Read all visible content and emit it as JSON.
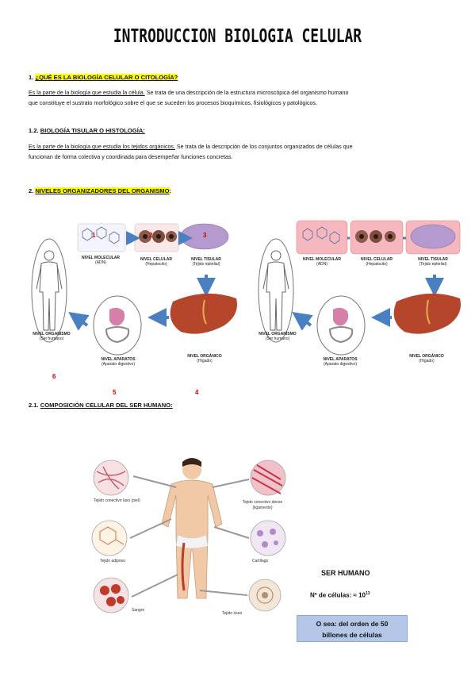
{
  "title": "INTRODUCCION BIOLOGIA CELULAR",
  "s1": {
    "num": "1. ",
    "heading": "¿QUÉ ES LA BIOLOGÍA CELULAR O CITOLOGÍA?",
    "def_underlined": "Es la parte de la biología que estudia la célula.",
    "def_rest": " Se trata de una descripción de la estructura microscópica del organismo humano",
    "line2": "que constituye el sustrato morfológico sobre el que se suceden los procesos bioquímicos, fisiológicos y patológicos."
  },
  "s12": {
    "num": "1.2. ",
    "heading": "BIOLOGÍA TISULAR O HISTOLOGÍA:",
    "def_underlined": "Es la parte de la biología que estudia los tejidos orgánicos.",
    "def_rest": " Se trata de la descripción de los conjuntos organizados de células que",
    "line2": "funcionan de forma colectiva y coordinada para desempeñar funciones concretas."
  },
  "s2": {
    "num": "2. ",
    "heading": "NIVELES ORGANIZADORES DEL ORGANISMO",
    "colon": ":"
  },
  "diagram": {
    "nivel_molecular": "NIVEL MOLECULAR",
    "adn": "(ADN)",
    "nivel_celular": "NIVEL CELULAR",
    "hepatocito": "(Hepatocito)",
    "nivel_tisular": "NIVEL TISULAR",
    "tejido_epitelial": "(Tejido epitelial)",
    "nivel_organico": "NIVEL ORGÁNICO",
    "higado": "(Hígado)",
    "nivel_aparatos": "NIVEL APARATOS",
    "aparato_digestivo": "(Aparato digestivo)",
    "nivel_organismo": "NIVEL ORGANISMO",
    "ser_humano": "(Ser humano)",
    "numbers": [
      "1",
      "2",
      "3",
      "4",
      "5",
      "6"
    ]
  },
  "s21": {
    "num": "2.1. ",
    "heading": "COMPOSICIÓN CELULAR DEL SER HUMANO:"
  },
  "tissues": {
    "conectivo_laxo": "Tejido conectivo laxo (piel)",
    "adiposo": "Tejido adiposo",
    "sangre": "Sangre",
    "oseo": "Tejido óseo",
    "cartilago": "Cartílago",
    "conectivo_denso": "Tejido conectivo denso",
    "ligamento": "(ligamento)"
  },
  "summary": {
    "ser_humano": "SER HUMANO",
    "n_celulas": "Nº de células: ≈ 10",
    "exp": "13",
    "box_line1": "O sea: del orden de 50",
    "box_line2": "billones de células"
  },
  "colors": {
    "highlight": "#ffff00",
    "red": "#d00000",
    "arrow": "#4a7fc1",
    "box": "#b4c7e7"
  }
}
